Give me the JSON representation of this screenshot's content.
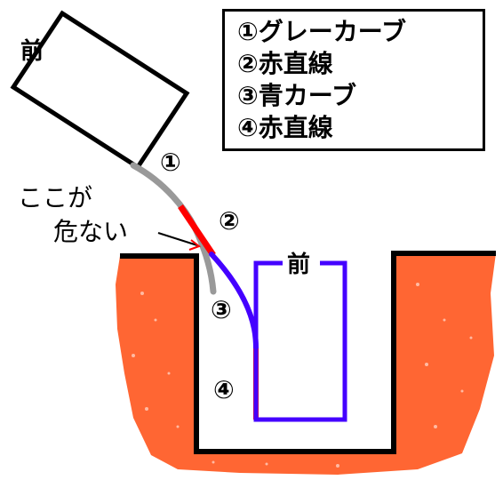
{
  "legend": {
    "items": [
      {
        "num": "①",
        "text": "グレーカーブ"
      },
      {
        "num": "②",
        "text": "赤直線"
      },
      {
        "num": "③",
        "text": "青カーブ"
      },
      {
        "num": "④",
        "text": "赤直線"
      }
    ]
  },
  "labels": {
    "car_front": "前",
    "spot_front": "前",
    "danger_line1": "ここが",
    "danger_line2": "危ない",
    "marker1": "①",
    "marker2": "②",
    "marker3": "③",
    "marker4": "④"
  },
  "colors": {
    "gray_curve": "#999999",
    "red_line": "#ff0000",
    "blue_curve": "#4400ff",
    "ground": "#ff6633",
    "outline": "#000000"
  }
}
